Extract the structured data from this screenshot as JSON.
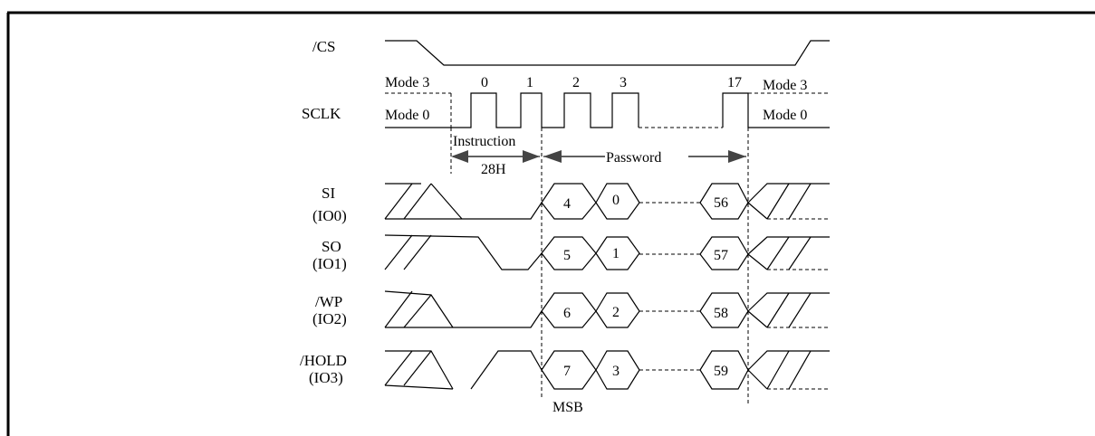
{
  "signals": {
    "cs": "/CS",
    "sclk": "SCLK",
    "si": "SI",
    "si_io": "(IO0)",
    "so": "SO",
    "so_io": "(IO1)",
    "wp": "/WP",
    "wp_io": "(IO2)",
    "hold": "/HOLD",
    "hold_io": "(IO3)"
  },
  "modes": {
    "left_top": "Mode 3",
    "left_bottom": "Mode 0",
    "right_top": "Mode 3",
    "right_bottom": "Mode 0"
  },
  "clock_numbers": [
    "0",
    "1",
    "2",
    "3",
    "17"
  ],
  "instruction": {
    "label": "Instruction",
    "code": "28H"
  },
  "password_label": "Password",
  "msb_label": "MSB",
  "data_bits": {
    "si": [
      "4",
      "0",
      "56"
    ],
    "so": [
      "5",
      "1",
      "57"
    ],
    "wp": [
      "6",
      "2",
      "58"
    ],
    "hold": [
      "7",
      "3",
      "59"
    ]
  }
}
